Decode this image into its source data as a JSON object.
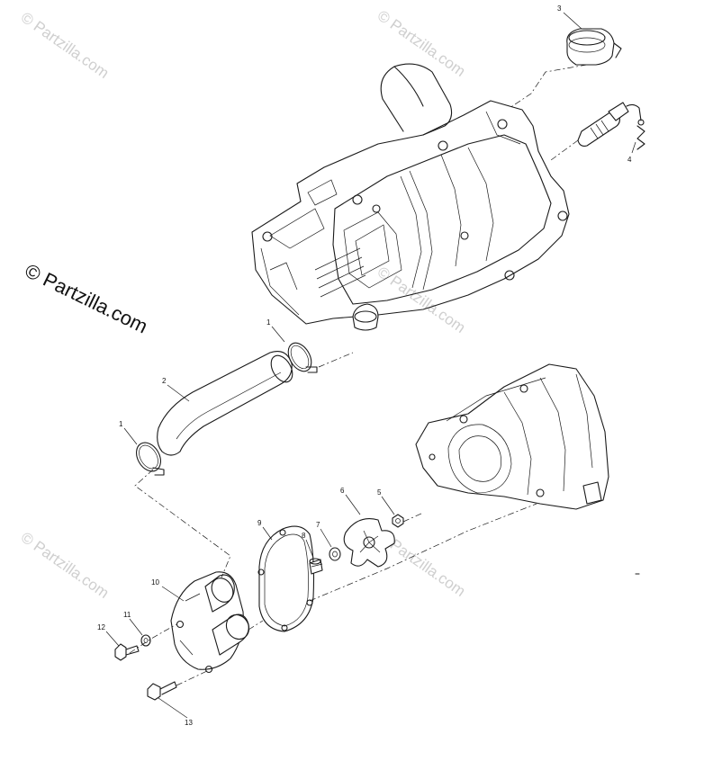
{
  "watermark": {
    "main_text": "© Partzilla.com",
    "faint_text": "© Partzilla.com"
  },
  "callouts": {
    "c1a": "1",
    "c1b": "1",
    "c2": "2",
    "c3": "3",
    "c4": "4",
    "c5": "5",
    "c6": "6",
    "c7": "7",
    "c8": "8",
    "c9": "9",
    "c10": "10",
    "c11": "11",
    "c12": "12",
    "c13": "13"
  },
  "colors": {
    "line": "#1a1a1a",
    "watermark_faint": "#cfcfcf",
    "background": "#ffffff"
  }
}
